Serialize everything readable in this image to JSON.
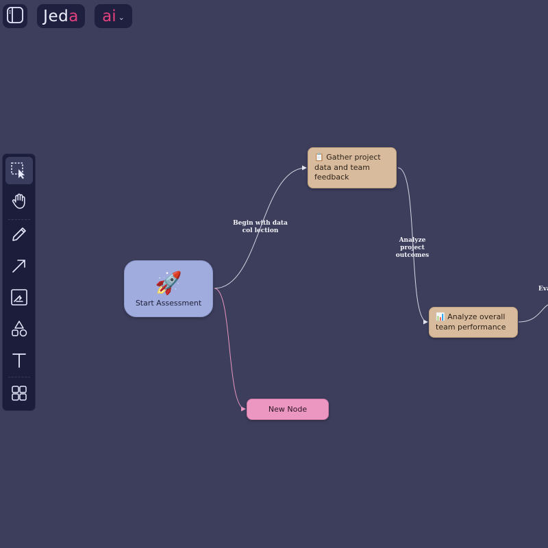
{
  "header": {
    "logo_main": "Jed",
    "logo_accent": "a",
    "ai_label": "ai",
    "ai_caret": "⌄"
  },
  "toolbar": {
    "tools": [
      "select",
      "hand",
      "pencil",
      "arrow",
      "image",
      "shapes",
      "text",
      "grid"
    ],
    "active": "select"
  },
  "canvas": {
    "nodes": {
      "start": {
        "emoji": "🚀",
        "label": "Start Assessment"
      },
      "gather": {
        "text": "📋 Gather project data and team feedback"
      },
      "analyze": {
        "text": "📊 Analyze overall team performance"
      },
      "new_node": {
        "label": "New Node"
      }
    },
    "edges": {
      "begin": "Begin with data col lection",
      "analyze_outcomes": "Analyze project outcomes",
      "evaluate_partial": "Eva"
    }
  },
  "colors": {
    "background": "#3d3e5c",
    "accent": "#e3407e",
    "start_node": "#a1acde",
    "tan_node": "#d8bb9c",
    "pink_node": "#ec97c2"
  }
}
